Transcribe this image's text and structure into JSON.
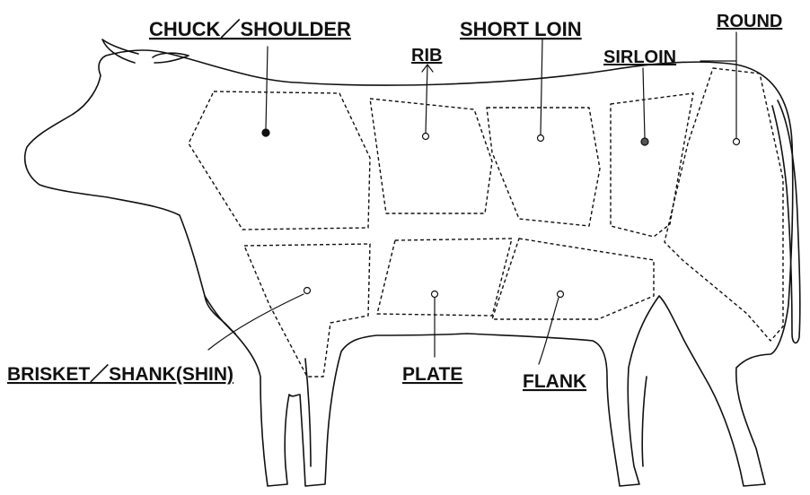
{
  "colors": {
    "ink": "#111111",
    "background": "#ffffff"
  },
  "diagram": {
    "cuts": [
      {
        "id": "chuck",
        "label": "CHUCK／SHOULDER"
      },
      {
        "id": "rib",
        "label": "RIB"
      },
      {
        "id": "short_loin",
        "label": "SHORT LOIN"
      },
      {
        "id": "sirloin",
        "label": "SIRLOIN"
      },
      {
        "id": "round",
        "label": "ROUND"
      },
      {
        "id": "brisket",
        "label": "BRISKET／SHANK(SHIN)"
      },
      {
        "id": "plate",
        "label": "PLATE"
      },
      {
        "id": "flank",
        "label": "FLANK"
      }
    ]
  }
}
